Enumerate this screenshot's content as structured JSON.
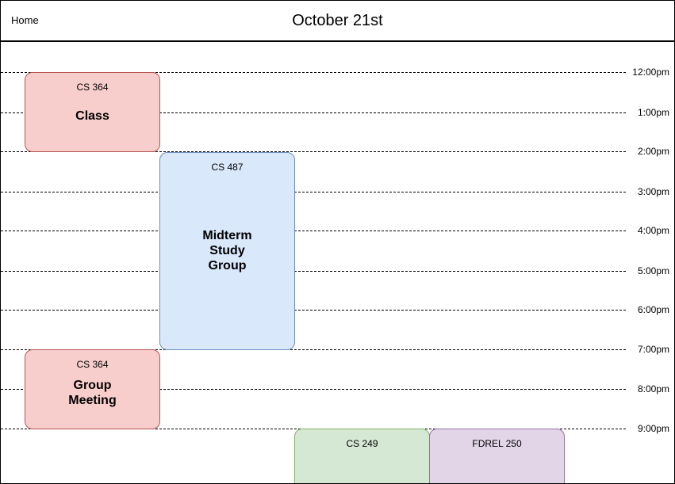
{
  "header": {
    "home_label": "Home",
    "title": "October 21st"
  },
  "timeline": {
    "hours": [
      "12:00pm",
      "1:00pm",
      "2:00pm",
      "3:00pm",
      "4:00pm",
      "5:00pm",
      "6:00pm",
      "7:00pm",
      "8:00pm",
      "9:00pm"
    ]
  },
  "events": [
    {
      "course": "CS 364",
      "title": "Class",
      "color": "#f8cecc"
    },
    {
      "course": "CS 487",
      "title": "Midterm\nStudy\nGroup",
      "color": "#dae8fc"
    },
    {
      "course": "CS 364",
      "title": "Group\nMeeting",
      "color": "#f8cecc"
    },
    {
      "course": "CS 249",
      "title": "",
      "color": "#d5e8d4"
    },
    {
      "course": "FDREL 250",
      "title": "",
      "color": "#e1d5e7"
    }
  ]
}
